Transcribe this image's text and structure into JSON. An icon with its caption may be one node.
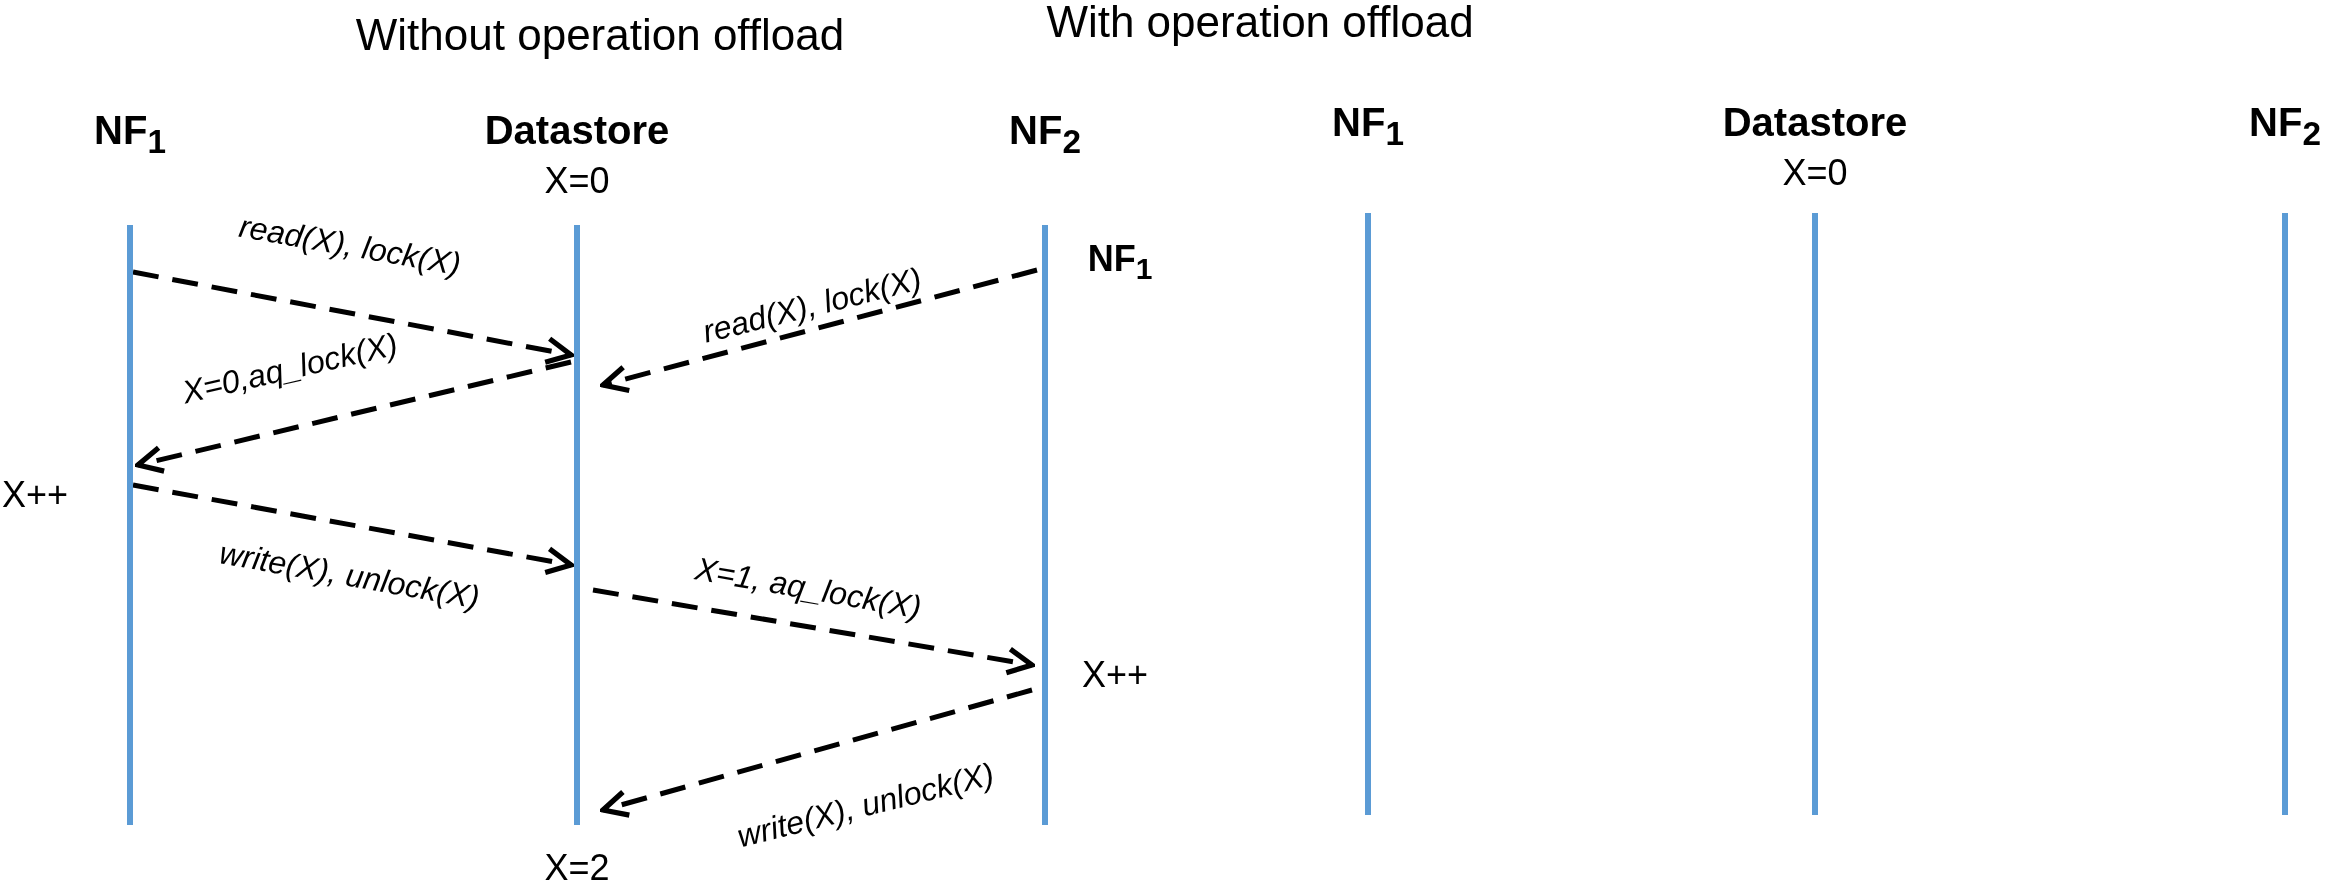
{
  "diagram": {
    "nodes": [
      {
        "text": [
          "NF$_{1}$"
        ],
        "beside": [
          "X++"
        ]
      },
      {
        "text": [
          "Datastore",
          "X=0"
        ],
        "beside": [
          "X=2"
        ]
      },
      {
        "text": [
          "NF$_{2}$"
        ],
        "beside": [
          "NF$_{1}$",
          "X++"
        ]
      },
      {
        "text": [
          "NF$_{1}$"
        ]
      },
      {
        "text": [
          "Datastore",
          "X=0"
        ]
      },
      {
        "text": [
          "NF$_{2}$"
        ]
      }
    ],
    "edges": [
      {
        "from": 0,
        "to": 1,
        "arrow": "to",
        "style": "dashed",
        "label": "read(X), lock(X)"
      },
      {
        "from": 2,
        "to": 1,
        "arrow": "to",
        "style": "dashed",
        "label": "read(X), lock(X)"
      },
      {
        "from": 1,
        "to": 0,
        "arrow": "to",
        "style": "dashed",
        "label": "X=0,aq_lock(X)"
      },
      {
        "from": 0,
        "to": 1,
        "arrow": "to",
        "style": "dashed",
        "label": "write(X), unlock(X)"
      },
      {
        "from": 1,
        "to": 2,
        "arrow": "to",
        "style": "dashed",
        "label": "X=1, aq_lock(X)"
      },
      {
        "from": 2,
        "to": 1,
        "arrow": "to",
        "style": "dashed",
        "label": "write(X), unlock(X)"
      }
    ],
    "labels": [
      "Without operation offload",
      "With operation offload"
    ]
  }
}
